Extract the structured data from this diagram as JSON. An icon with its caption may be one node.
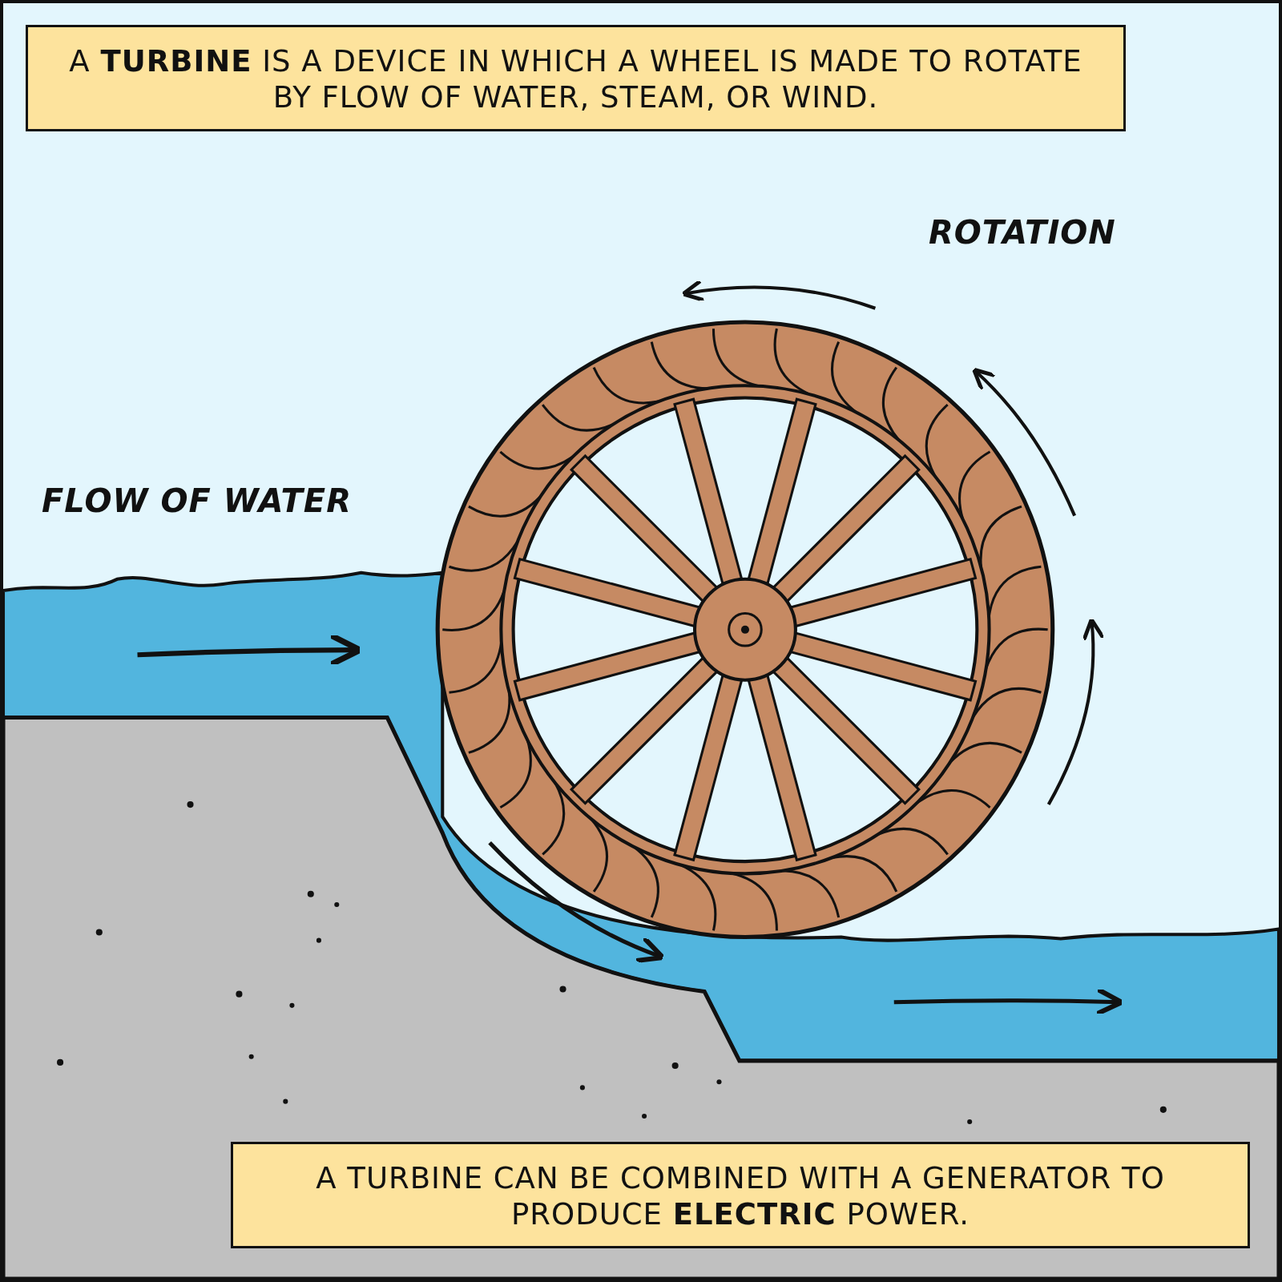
{
  "diagram": {
    "title": "A **TURBINE** IS A DEVICE IN WHICH A WHEEL IS MADE TO ROTATE BY FLOW OF WATER, STEAM, OR WIND.",
    "caption": "A TURBINE CAN BE COMBINED WITH A GENERATOR TO PRODUCE **ELECTRIC** POWER.",
    "labels": [
      "ROTATION",
      "FLOW OF WATER"
    ]
  }
}
